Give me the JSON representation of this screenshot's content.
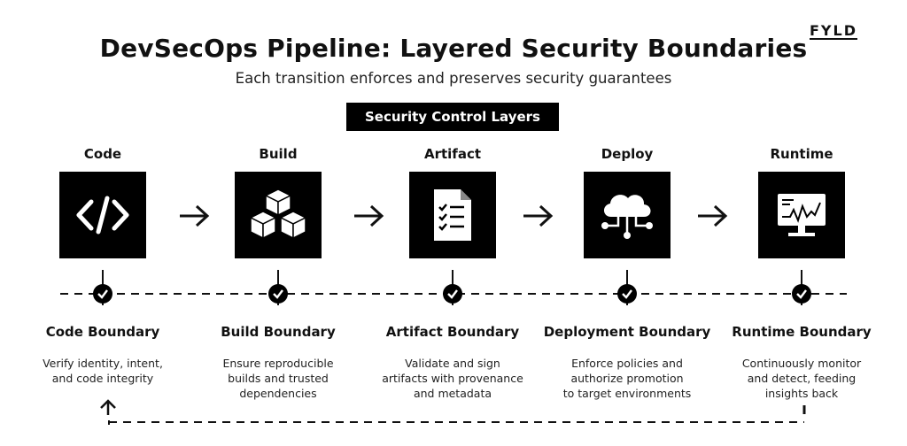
{
  "brand": "FYLD",
  "title": "DevSecOps Pipeline: Layered Security Boundaries",
  "subtitle": "Each transition enforces and preserves security guarantees",
  "layers_label": "Security Control Layers",
  "stages": [
    {
      "name": "Code",
      "icon": "code-icon",
      "boundary": "Code Boundary",
      "desc": [
        "Verify identity, intent,",
        "and code integrity"
      ]
    },
    {
      "name": "Build",
      "icon": "cubes-icon",
      "boundary": "Build Boundary",
      "desc": [
        "Ensure reproducible",
        "builds and trusted",
        "dependencies"
      ]
    },
    {
      "name": "Artifact",
      "icon": "checklist-document-icon",
      "boundary": "Artifact Boundary",
      "desc": [
        "Validate and sign",
        "artifacts with provenance",
        "and metadata"
      ]
    },
    {
      "name": "Deploy",
      "icon": "cloud-network-icon",
      "boundary": "Deployment Boundary",
      "desc": [
        "Enforce policies and",
        "authorize promotion",
        "to target environments"
      ]
    },
    {
      "name": "Runtime",
      "icon": "monitor-graph-icon",
      "boundary": "Runtime Boundary",
      "desc": [
        "Continuously monitor",
        "and detect, feeding",
        "insights back"
      ]
    }
  ]
}
